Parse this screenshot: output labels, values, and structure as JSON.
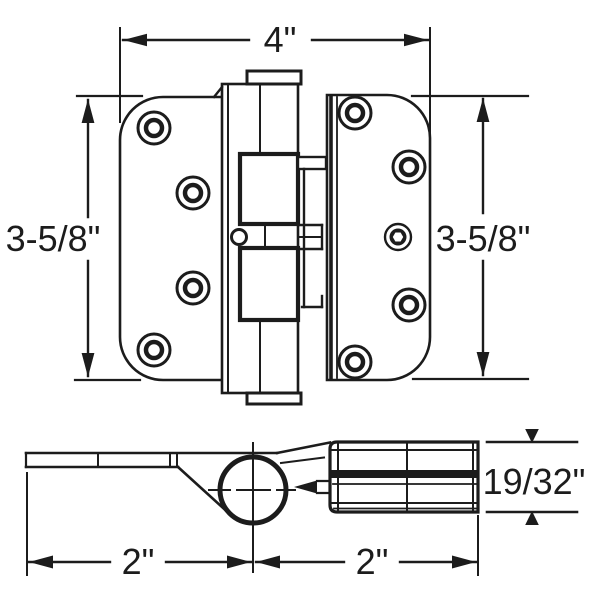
{
  "page": {
    "background_color": "#ffffff"
  },
  "drawing": {
    "line_color": "#1c1c1c",
    "labels": {
      "width_total": "4\"",
      "height_left": "3-5/8\"",
      "height_right": "3-5/8\"",
      "thickness": "19/32\"",
      "width_left_half": "2\"",
      "width_right_half": "2\""
    }
  }
}
